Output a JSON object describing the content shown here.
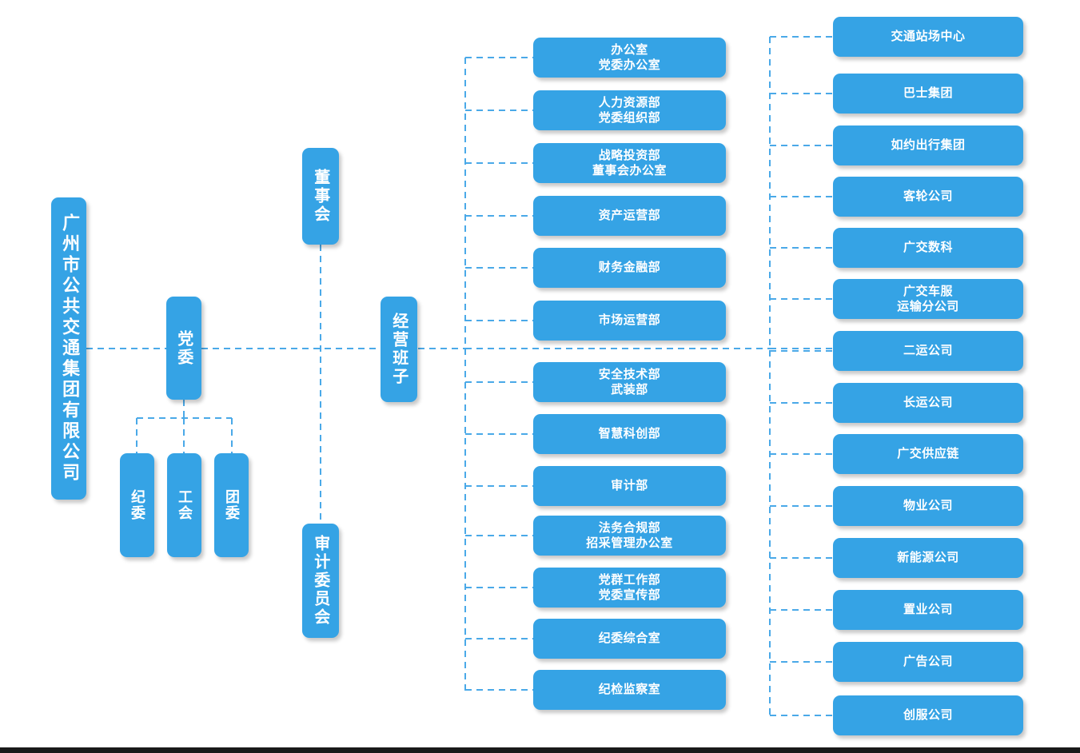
{
  "meta": {
    "title": "广州市公共交通集团有限公司组织架构图",
    "accent_color": "#35a3e5",
    "line_color": "#4aa9e8",
    "text_color": "#ffffff",
    "background_color": "#ffffff",
    "footer_bar_color": "#1a1a1a"
  },
  "chart_data": {
    "type": "diagram",
    "diagram_kind": "org-chart",
    "orientation": "left-to-right with vertical text root",
    "root": "广州市公共交通集团有限公司",
    "columns": [
      {
        "name": "root",
        "nodes": [
          "广州市公共交通集团有限公司"
        ]
      },
      {
        "name": "party",
        "nodes": [
          "党委",
          "纪委",
          "工会",
          "团委"
        ]
      },
      {
        "name": "governance",
        "nodes": [
          "董事会",
          "审计委员会"
        ]
      },
      {
        "name": "management",
        "nodes": [
          "经营班子"
        ]
      },
      {
        "name": "departments",
        "nodes": [
          "办公室 党委办公室",
          "人力资源部 党委组织部",
          "战略投资部 董事会办公室",
          "资产运营部",
          "财务金融部",
          "市场运营部",
          "安全技术部 武装部",
          "智慧科创部",
          "审计部",
          "法务合规部 招采管理办公室",
          "党群工作部 党委宣传部",
          "纪委综合室",
          "纪检监察室"
        ]
      },
      {
        "name": "subsidiaries",
        "nodes": [
          "交通站场中心",
          "巴士集团",
          "如约出行集团",
          "客轮公司",
          "广交数科",
          "广交车服 运输分公司",
          "二运公司",
          "长运公司",
          "广交供应链",
          "物业公司",
          "新能源公司",
          "置业公司",
          "广告公司",
          "创服公司"
        ]
      }
    ]
  },
  "root": {
    "label": "广州市公共交通集团有限公司"
  },
  "party": {
    "head": {
      "label": "党委"
    },
    "children": [
      {
        "label": "纪委"
      },
      {
        "label": "工会"
      },
      {
        "label": "团委"
      }
    ]
  },
  "governance": {
    "board": {
      "label": "董事会"
    },
    "audit_committee": {
      "label": "审计委员会"
    }
  },
  "management": {
    "label": "经营班子"
  },
  "departments": [
    {
      "line1": "办公室",
      "line2": "党委办公室"
    },
    {
      "line1": "人力资源部",
      "line2": "党委组织部"
    },
    {
      "line1": "战略投资部",
      "line2": "董事会办公室"
    },
    {
      "line1": "资产运营部",
      "line2": ""
    },
    {
      "line1": "财务金融部",
      "line2": ""
    },
    {
      "line1": "市场运营部",
      "line2": ""
    },
    {
      "line1": "安全技术部",
      "line2": "武装部"
    },
    {
      "line1": "智慧科创部",
      "line2": ""
    },
    {
      "line1": "审计部",
      "line2": ""
    },
    {
      "line1": "法务合规部",
      "line2": "招采管理办公室"
    },
    {
      "line1": "党群工作部",
      "line2": "党委宣传部"
    },
    {
      "line1": "纪委综合室",
      "line2": ""
    },
    {
      "line1": "纪检监察室",
      "line2": ""
    }
  ],
  "subsidiaries": [
    {
      "line1": "交通站场中心",
      "line2": ""
    },
    {
      "line1": "巴士集团",
      "line2": ""
    },
    {
      "line1": "如约出行集团",
      "line2": ""
    },
    {
      "line1": "客轮公司",
      "line2": ""
    },
    {
      "line1": "广交数科",
      "line2": ""
    },
    {
      "line1": "广交车服",
      "line2": "运输分公司"
    },
    {
      "line1": "二运公司",
      "line2": ""
    },
    {
      "line1": "长运公司",
      "line2": ""
    },
    {
      "line1": "广交供应链",
      "line2": ""
    },
    {
      "line1": "物业公司",
      "line2": ""
    },
    {
      "line1": "新能源公司",
      "line2": ""
    },
    {
      "line1": "置业公司",
      "line2": ""
    },
    {
      "line1": "广告公司",
      "line2": ""
    },
    {
      "line1": "创服公司",
      "line2": ""
    }
  ]
}
